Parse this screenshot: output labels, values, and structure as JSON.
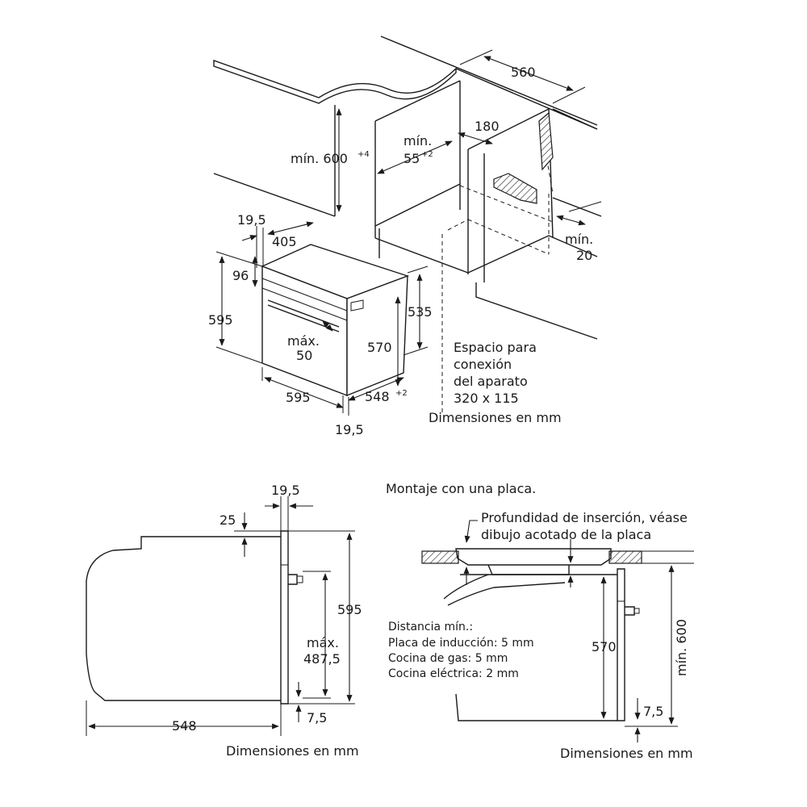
{
  "top_diagram": {
    "labels": {
      "width_560": "560",
      "min_600": "mín. 600",
      "min_600_sup": "+4",
      "min_55_a": "mín.",
      "min_55_b": "55",
      "min_55_sup": "+2",
      "d_180": "180",
      "min_20_a": "mín.",
      "min_20_b": "20",
      "d_19_5_top": "19,5",
      "d_405": "405",
      "d_96": "96",
      "d_595_left": "595",
      "max_50_a": "máx.",
      "max_50_b": "50",
      "d_570": "570",
      "d_535": "535",
      "d_595_bottom": "595",
      "d_548": "548",
      "d_548_sup": "+2",
      "d_19_5_bottom": "19,5"
    },
    "connection_note": [
      "Espacio para",
      "conexión",
      "del aparato",
      "320 x 115"
    ],
    "units": "Dimensiones en mm"
  },
  "side_view": {
    "labels": {
      "d_19_5": "19,5",
      "d_25": "25",
      "d_595": "595",
      "max_a": "máx.",
      "max_b": "487,5",
      "d_548": "548",
      "d_7_5": "7,5"
    },
    "units": "Dimensiones en mm"
  },
  "hob_view": {
    "title": "Montaje con una placa.",
    "insertion_note": [
      "Profundidad de inserción, véase",
      "dibujo acotado de la placa"
    ],
    "distance_note": [
      "Distancia mín.:",
      "Placa de inducción: 5 mm",
      "Cocina de gas: 5 mm",
      "Cocina eléctrica: 2 mm"
    ],
    "labels": {
      "d_570": "570",
      "min_600": "mín. 600",
      "d_7_5": "7,5"
    },
    "units": "Dimensiones en mm"
  }
}
